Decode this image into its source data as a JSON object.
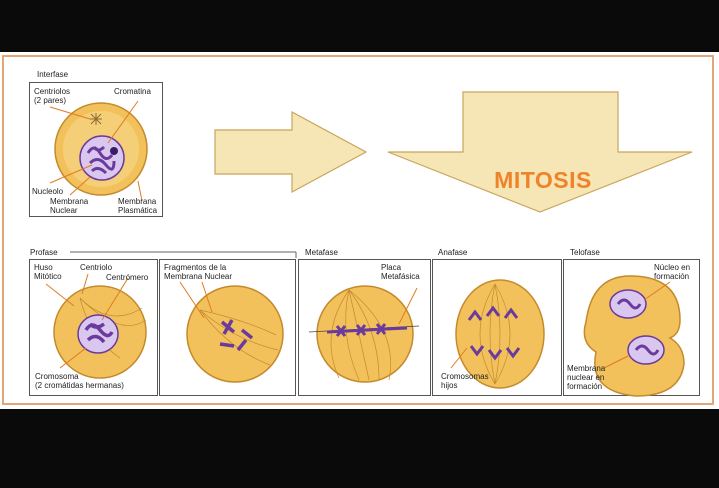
{
  "title": "MITOSIS",
  "stages": {
    "interfase": "Interfase",
    "profase": "Profase",
    "metafase": "Metafase",
    "anafase": "Anafase",
    "telofase": "Telofase"
  },
  "labels": {
    "centriolos": "Centriolos\n(2 pares)",
    "cromatina": "Cromatina",
    "nucleolo": "Nucleolo",
    "membrana_nuclear": "Membrana\nNuclear",
    "membrana_plasmatica": "Membrana\nPlasmática",
    "huso_mitotico": "Huso\nMitótico",
    "centriolo": "Centriolo",
    "centromero": "Centrómero",
    "cromosoma": "Cromosoma\n(2 cromátidas hermanas)",
    "fragmentos": "Fragmentos de la\nMembrana Nuclear",
    "placa": "Placa\nMetafásica",
    "cromosomas_hijos": "Cromosomas\nhijos",
    "nucleo_formacion": "Núcleo en\nformación",
    "membrana_formacion": "Membrana\nnuclear en\nformación"
  },
  "colors": {
    "cell_fill": "#f2c15c",
    "cell_inner": "#f7d98a",
    "cell_edge": "#c48a2c",
    "chromatin": "#6a3b9c",
    "arrow_fill": "#f6e6b6",
    "arrow_edge": "#c9a55a",
    "label_arrow": "#e07b20",
    "title": "#f0822a",
    "frame": "#e8a574"
  }
}
